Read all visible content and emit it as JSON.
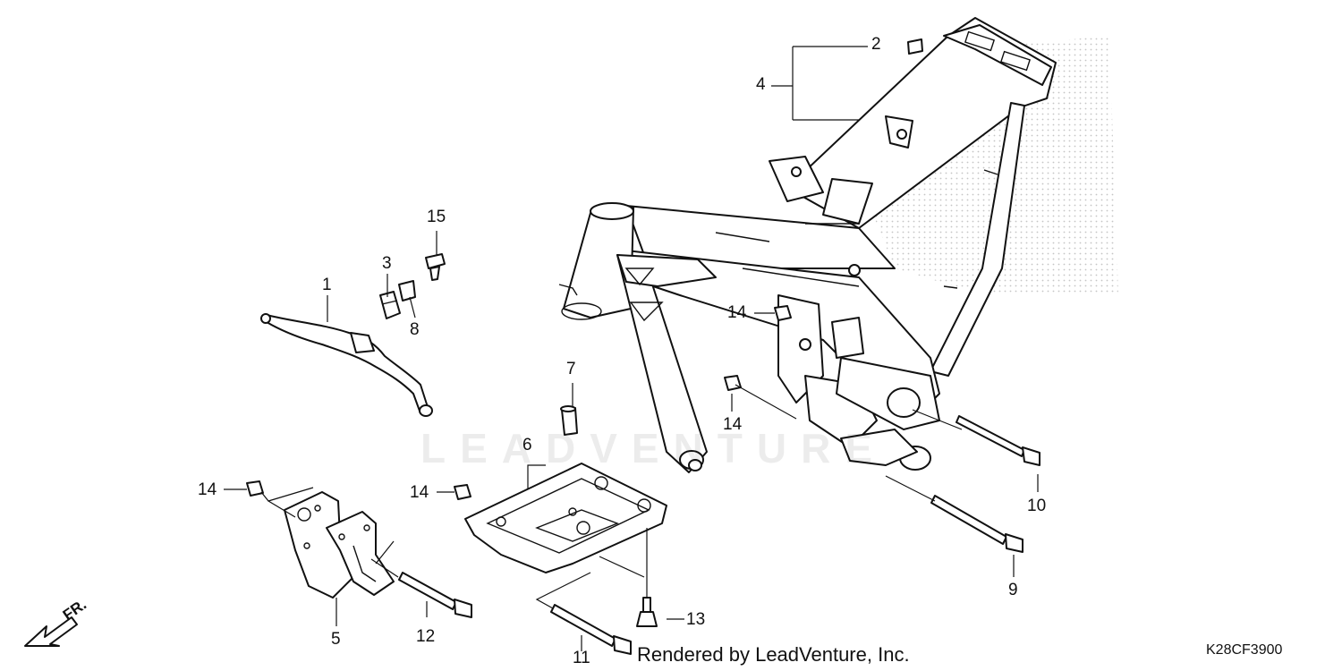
{
  "diagram": {
    "part_numbers": [
      "1",
      "2",
      "3",
      "4",
      "5",
      "6",
      "7",
      "8",
      "9",
      "10",
      "11",
      "12",
      "13",
      "14",
      "15"
    ],
    "callouts": {
      "p1": "1",
      "p2": "2",
      "p3": "3",
      "p4": "4",
      "p5": "5",
      "p6": "6",
      "p7": "7",
      "p8": "8",
      "p9": "9",
      "p10": "10",
      "p11": "11",
      "p12": "12",
      "p13": "13",
      "p14a": "14",
      "p14b": "14",
      "p14c": "14",
      "p14d": "14",
      "p15": "15"
    },
    "watermark": "LEADVENTURE",
    "credit": "Rendered by LeadVenture, Inc.",
    "diagram_code": "K28CF3900",
    "direction_label": "FR."
  }
}
